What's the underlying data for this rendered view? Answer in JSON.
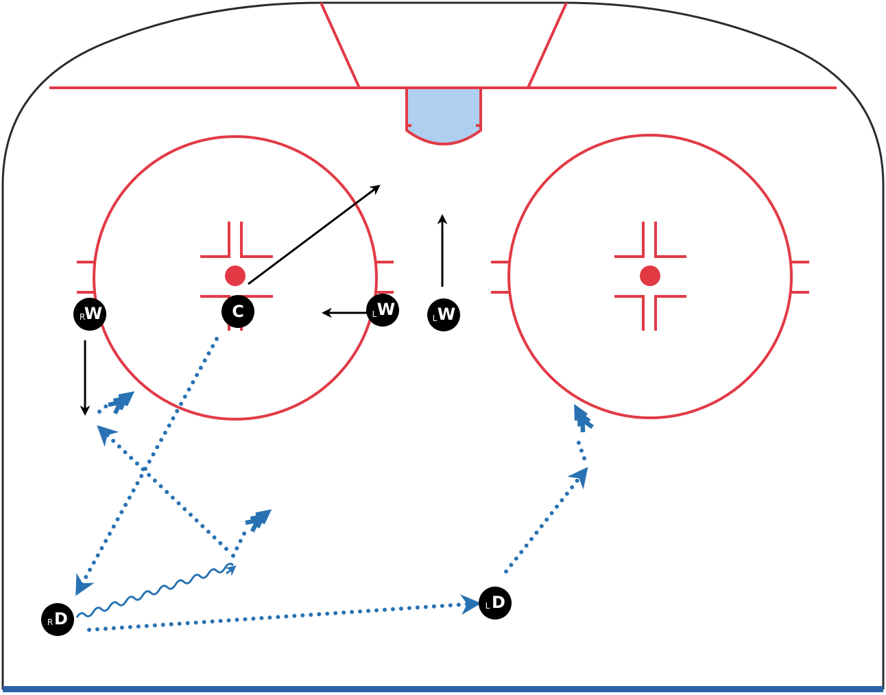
{
  "colors": {
    "line_red": "#E23A45",
    "board": "#2b2b2b",
    "crease": "#AECFEF",
    "blue_line": "#2B62A6",
    "player": "#000000",
    "pass": "#2872B3",
    "skate": "#000000"
  },
  "players": {
    "rw": {
      "sub": "R",
      "main": "W"
    },
    "c": {
      "sub": "",
      "main": "C"
    },
    "lw1": {
      "sub": "L",
      "main": "W"
    },
    "lw2": {
      "sub": "L",
      "main": "W"
    },
    "ld": {
      "sub": "L",
      "main": "D"
    },
    "rd": {
      "sub": "R",
      "main": "D"
    }
  }
}
